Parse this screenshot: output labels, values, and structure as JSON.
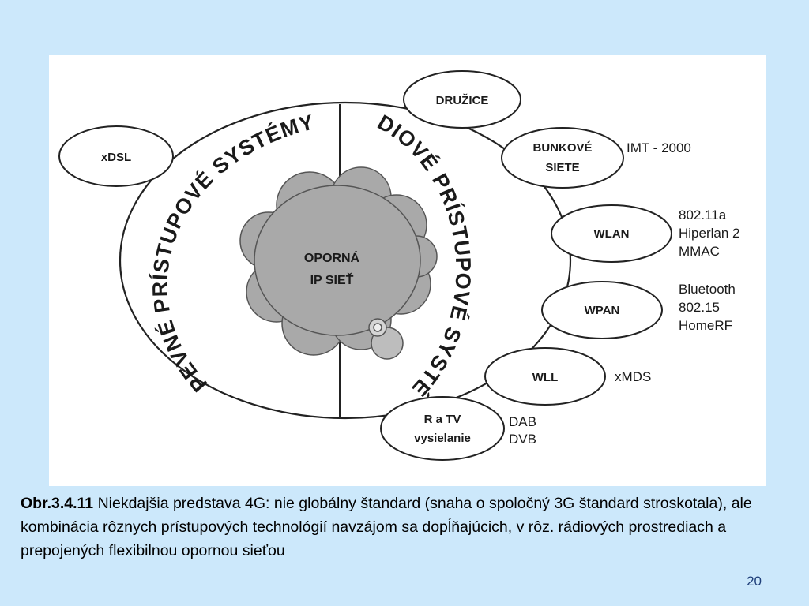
{
  "diagram": {
    "core": {
      "line1": "OPORNÁ",
      "line2": "IP SIEŤ"
    },
    "arcs": {
      "fixed": "PEVNÉ PRÍSTUPOVÉ SYSTÉMY",
      "radio": "RÁDIOVÉ PRÍSTUPOVÉ SYSTÉMY"
    },
    "nodes": {
      "xdsl": "xDSL",
      "druzice": "DRUŽICE",
      "bunkove_line1": "BUNKOVÉ",
      "bunkove_line2": "SIETE",
      "wlan": "WLAN",
      "wpan": "WPAN",
      "wll": "WLL",
      "ratv_line1": "R a TV",
      "ratv_line2": "vysielanie"
    },
    "side_labels": {
      "imt": "IMT - 2000",
      "wlan": [
        "802.11a",
        "Hiperlan 2",
        "MMAC"
      ],
      "wpan": [
        "Bluetooth",
        "802.15",
        "HomeRF"
      ],
      "wll": "xMDS",
      "ratv": [
        "DAB",
        "DVB"
      ]
    }
  },
  "caption": {
    "label": "Obr.3.4.11",
    "text": " Niekdajšia predstava 4G: nie globálny štandard (snaha o spoločný 3G štandard stroskotala), ale kombinácia rôznych prístupových technológií navzájom sa dopĺňajúcich, v rôz. rádiových prostrediach a prepojených flexibilnou opornou sieťou"
  },
  "page_number": "20"
}
